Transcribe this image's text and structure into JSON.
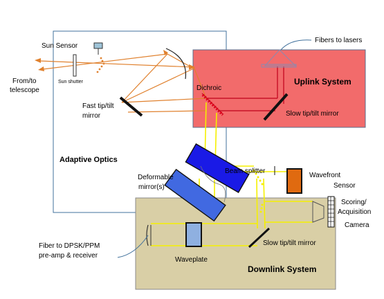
{
  "boxes": {
    "adaptive_optics": {
      "label": "Adaptive Optics",
      "fill": "#ffffff",
      "stroke": "#41719c"
    },
    "uplink": {
      "label": "Uplink System",
      "fill": "#f26b6b",
      "stroke": "#5a6f8c"
    },
    "downlink": {
      "label": "Downlink System",
      "fill": "#d9cfa6",
      "stroke": "#8a8a8a"
    }
  },
  "labels": {
    "sun_sensor": "Sun Sensor",
    "sun_shutter": "Sun shutter",
    "from_to_1": "From/to",
    "from_to_2": "telescope",
    "fast_tt_1": "Fast tip/tilt",
    "fast_tt_2": "mirror",
    "dichroic": "Dichroic",
    "fibers_to_lasers": "Fibers to lasers",
    "slow_tt_up": "Slow tip/tilt mirror",
    "beam_splitter": "Beam splitter",
    "wavefront_1": "Wavefront",
    "wavefront_2": "Sensor",
    "deformable_1": "Deformable",
    "deformable_2": "mirror(s)",
    "scoring_1": "Scoring/",
    "scoring_2": "Acquisition",
    "scoring_3": "Camera",
    "fiber_dpsk_1": "Fiber to DPSK/PPM",
    "fiber_dpsk_2": "pre-amp & receiver",
    "waveplate": "Waveplate",
    "slow_tt_down": "Slow tip/tilt mirror"
  },
  "colors": {
    "orange_beam": "#e0812e",
    "red_beam": "#c0001a",
    "yellow_beam": "#f5f000",
    "deformable_blue": "#1a1ae6",
    "deformable_light": "#4169e1",
    "wavefront_orange": "#e06a10",
    "waveplate_blue": "#8fb0e0"
  }
}
